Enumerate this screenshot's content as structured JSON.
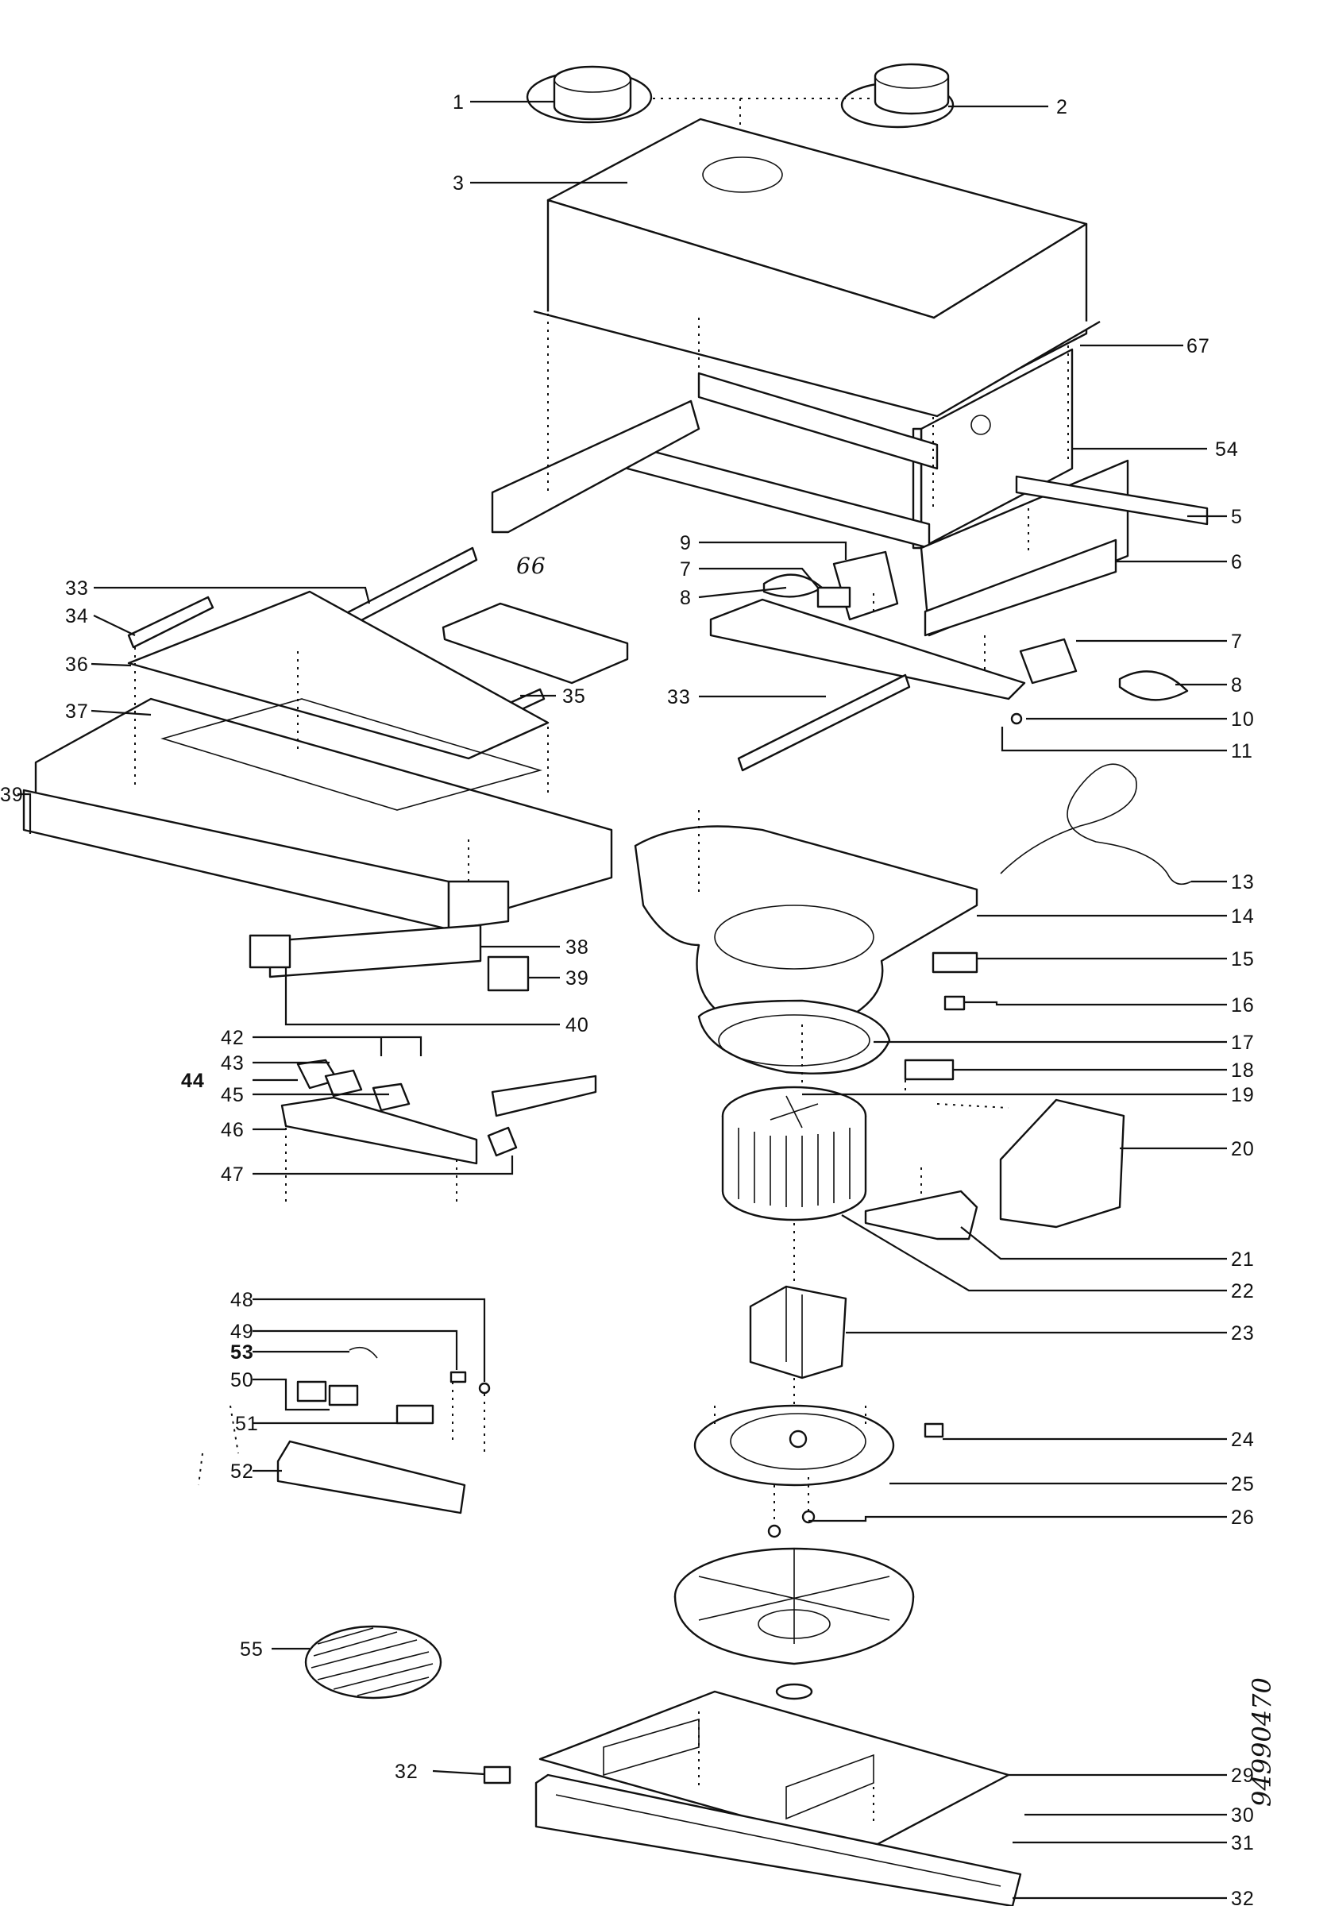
{
  "diagram": {
    "reference_code": "94990470",
    "callouts": [
      {
        "id": "c1",
        "label": "1"
      },
      {
        "id": "c2",
        "label": "2"
      },
      {
        "id": "c3",
        "label": "3"
      },
      {
        "id": "c67",
        "label": "67"
      },
      {
        "id": "c54",
        "label": "54"
      },
      {
        "id": "c5",
        "label": "5"
      },
      {
        "id": "c6",
        "label": "6"
      },
      {
        "id": "c9",
        "label": "9"
      },
      {
        "id": "c7a",
        "label": "7"
      },
      {
        "id": "c8a",
        "label": "8"
      },
      {
        "id": "c66",
        "label": "66"
      },
      {
        "id": "c33a",
        "label": "33"
      },
      {
        "id": "c34",
        "label": "34"
      },
      {
        "id": "c36",
        "label": "36"
      },
      {
        "id": "c35",
        "label": "35"
      },
      {
        "id": "c37",
        "label": "37"
      },
      {
        "id": "c33b",
        "label": "33"
      },
      {
        "id": "c7b",
        "label": "7"
      },
      {
        "id": "c8b",
        "label": "8"
      },
      {
        "id": "c10",
        "label": "10"
      },
      {
        "id": "c11",
        "label": "11"
      },
      {
        "id": "c39a",
        "label": "39"
      },
      {
        "id": "c13",
        "label": "13"
      },
      {
        "id": "c14",
        "label": "14"
      },
      {
        "id": "c38",
        "label": "38"
      },
      {
        "id": "c15",
        "label": "15"
      },
      {
        "id": "c39b",
        "label": "39"
      },
      {
        "id": "c40",
        "label": "40"
      },
      {
        "id": "c16",
        "label": "16"
      },
      {
        "id": "c42",
        "label": "42"
      },
      {
        "id": "c17",
        "label": "17"
      },
      {
        "id": "c43",
        "label": "43"
      },
      {
        "id": "c44",
        "label": "44"
      },
      {
        "id": "c18",
        "label": "18"
      },
      {
        "id": "c45",
        "label": "45"
      },
      {
        "id": "c19",
        "label": "19"
      },
      {
        "id": "c46",
        "label": "46"
      },
      {
        "id": "c20",
        "label": "20"
      },
      {
        "id": "c47",
        "label": "47"
      },
      {
        "id": "c21",
        "label": "21"
      },
      {
        "id": "c22",
        "label": "22"
      },
      {
        "id": "c48",
        "label": "48"
      },
      {
        "id": "c49",
        "label": "49"
      },
      {
        "id": "c23",
        "label": "23"
      },
      {
        "id": "c53",
        "label": "53"
      },
      {
        "id": "c50",
        "label": "50"
      },
      {
        "id": "c51",
        "label": "51"
      },
      {
        "id": "c24",
        "label": "24"
      },
      {
        "id": "c52",
        "label": "52"
      },
      {
        "id": "c25",
        "label": "25"
      },
      {
        "id": "c26",
        "label": "26"
      },
      {
        "id": "c55",
        "label": "55"
      },
      {
        "id": "c32a",
        "label": "32"
      },
      {
        "id": "c29",
        "label": "29"
      },
      {
        "id": "c30",
        "label": "30"
      },
      {
        "id": "c31",
        "label": "31"
      },
      {
        "id": "c32b",
        "label": "32"
      }
    ]
  }
}
